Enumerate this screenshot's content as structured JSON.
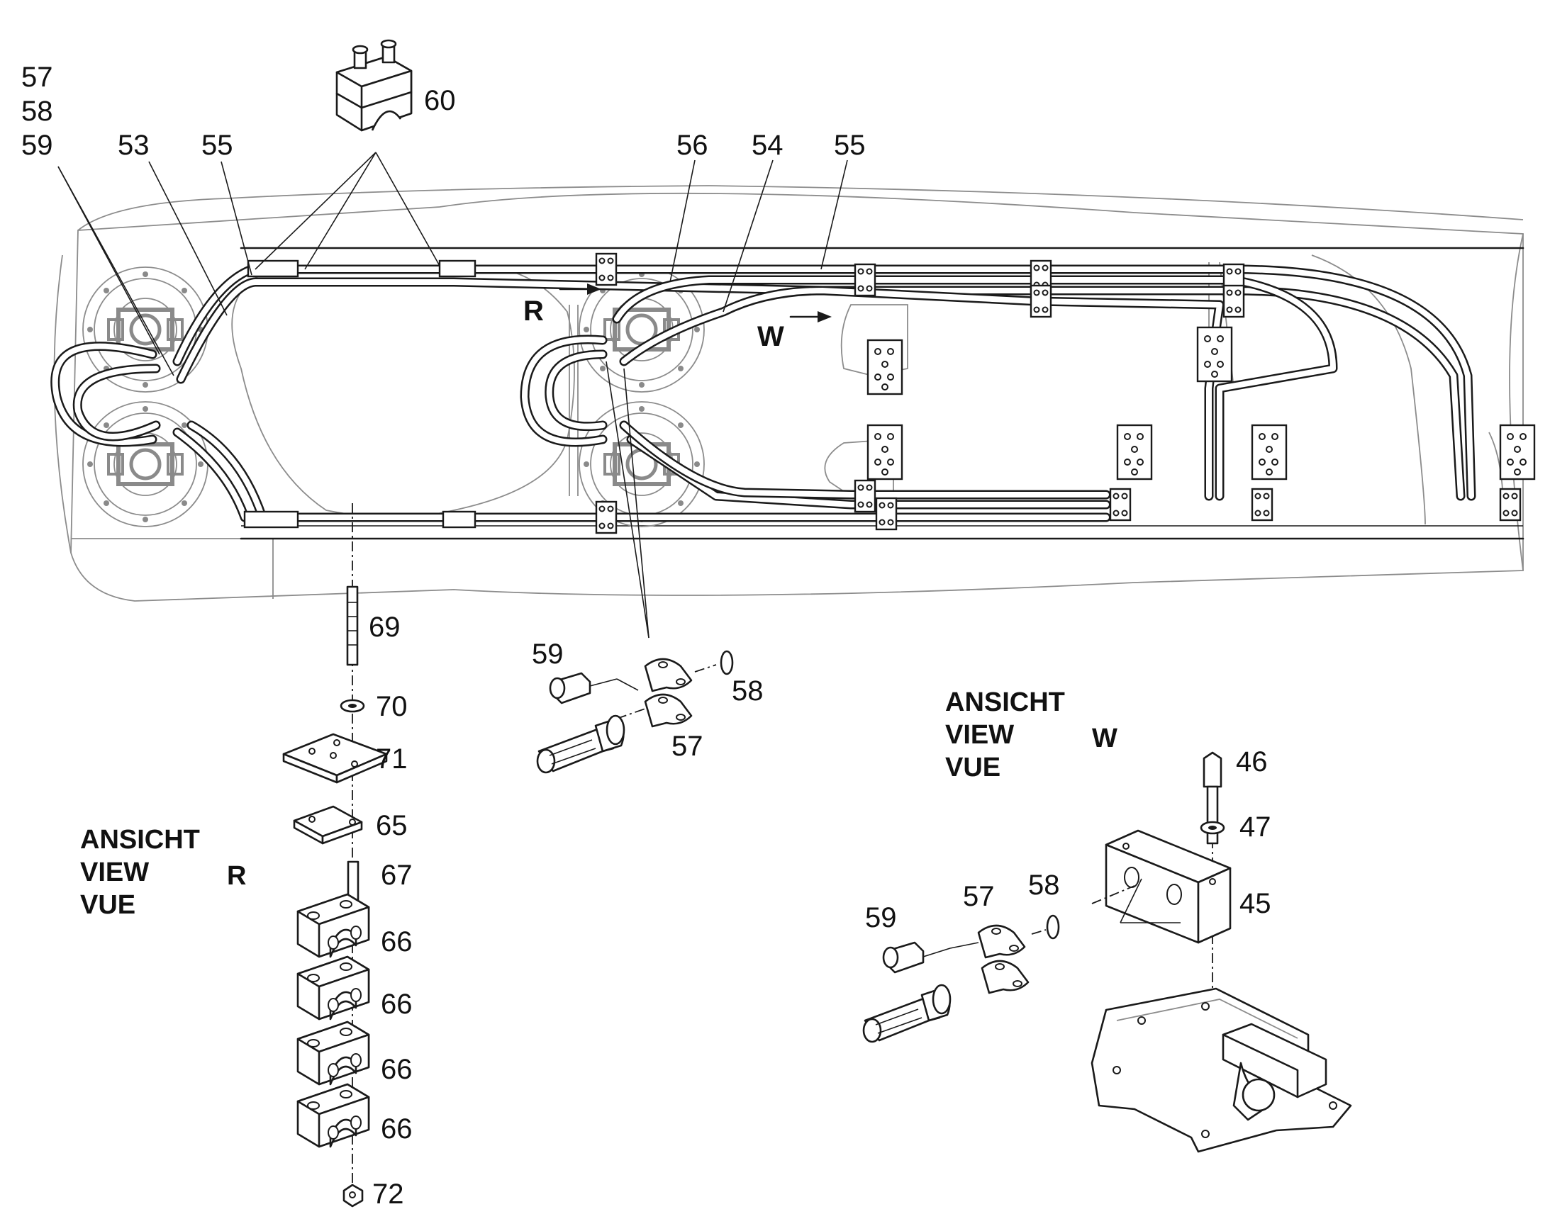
{
  "callouts": {
    "c57_top": "57",
    "c58_top": "58",
    "c59_top": "59",
    "c53": "53",
    "c55_left": "55",
    "c60": "60",
    "c56": "56",
    "c54": "54",
    "c55_right": "55",
    "c69": "69",
    "c70": "70",
    "c71": "71",
    "c65": "65",
    "c67": "67",
    "c66_a": "66",
    "c66_b": "66",
    "c66_c": "66",
    "c66_d": "66",
    "c72": "72",
    "c59_mid": "59",
    "c58_mid": "58",
    "c57_mid": "57",
    "c46": "46",
    "c47": "47",
    "c45": "45",
    "c59_low": "59",
    "c57_low": "57",
    "c58_low": "58"
  },
  "view_marks": {
    "r_arrow": "R",
    "w_arrow": "W"
  },
  "view_r": {
    "line1": "ANSICHT",
    "line2": "VIEW",
    "line3": "VUE",
    "letter": "R"
  },
  "view_w": {
    "line1": "ANSICHT",
    "line2": "VIEW",
    "line3": "VUE",
    "letter": "W"
  }
}
